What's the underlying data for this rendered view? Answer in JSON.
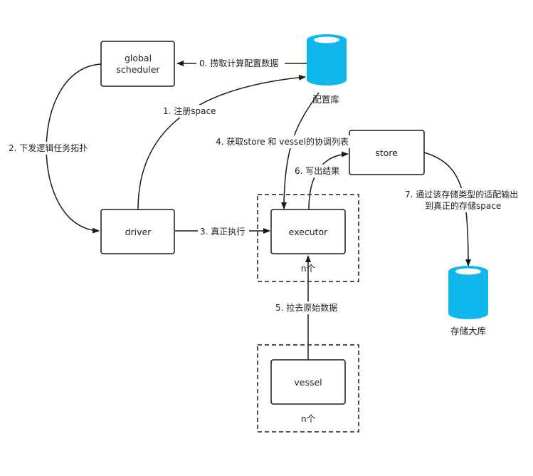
{
  "nodes": {
    "global_scheduler": {
      "line1": "global",
      "line2": "scheduler"
    },
    "driver": {
      "label": "driver"
    },
    "executor": {
      "label": "executor"
    },
    "store": {
      "label": "store"
    },
    "vessel": {
      "label": "vessel"
    },
    "config_db": {
      "label": "配置库"
    },
    "storage_db": {
      "label": "存储大库"
    },
    "executor_group": {
      "label": "n个"
    },
    "vessel_group": {
      "label": "n个"
    }
  },
  "edges": {
    "e0": "0. 捞取计算配置数据",
    "e1": "1. 注册space",
    "e2": "2. 下发逻辑任务拓扑",
    "e3": "3. 真正执行",
    "e4": "4. 获取store 和 vessel的协调列表",
    "e5": "5. 拉去原始数据",
    "e6": "6. 写出结果",
    "e7_line1": "7. 通过该存储类型的适配输出",
    "e7_line2": "到真正的存储space"
  },
  "colors": {
    "db_fill": "#10b6ee",
    "db_top": "#ffffff",
    "stroke": "#1a1a1a"
  }
}
